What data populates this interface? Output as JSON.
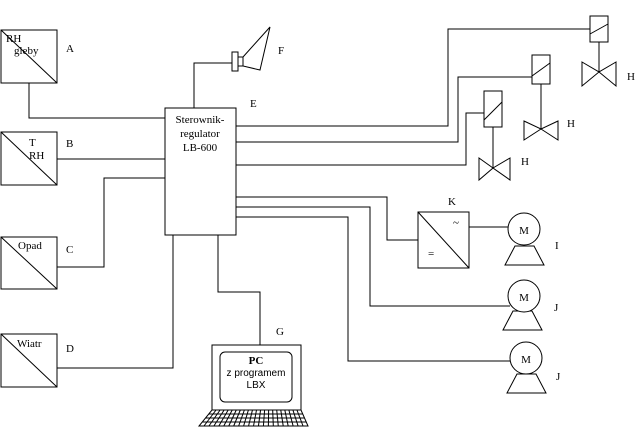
{
  "controller": {
    "line1": "Sterownik-",
    "line2": "regulator",
    "line3": "LB-600",
    "label": "E"
  },
  "sensors": {
    "a": {
      "line1": "RH",
      "line2": "gleby",
      "label": "A"
    },
    "b": {
      "line1": "T",
      "line2": "RH",
      "label": "B"
    },
    "c": {
      "text": "Opad",
      "label": "C"
    },
    "d": {
      "text": "Wiatr",
      "label": "D"
    }
  },
  "siren": {
    "label": "F"
  },
  "pc": {
    "line1": "PC",
    "line2": "z programem",
    "line3": "LBX",
    "label": "G"
  },
  "valves": {
    "label": "H"
  },
  "converter": {
    "label": "K",
    "ac": "~",
    "dc": "="
  },
  "motors": {
    "m1": {
      "text": "M",
      "label": "I"
    },
    "m2": {
      "text": "M",
      "label": "J"
    },
    "m3": {
      "text": "M",
      "label": "J"
    }
  }
}
